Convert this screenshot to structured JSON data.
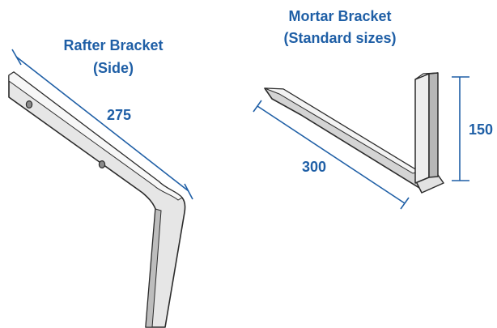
{
  "rafter_bracket": {
    "title_line1": "Rafter Bracket",
    "title_line2": "(Side)",
    "dimension": "275"
  },
  "mortar_bracket": {
    "title_line1": "Mortar Bracket",
    "title_line2": "(Standard sizes)",
    "length": "300",
    "height": "150"
  },
  "colors": {
    "label": "#1f5fa6",
    "dimension_line": "#1f5fa6",
    "metal_light": "#e9e9e9",
    "metal_mid": "#cfcfcf",
    "metal_dark": "#a9a9a9",
    "outline": "#2b2b2b"
  }
}
